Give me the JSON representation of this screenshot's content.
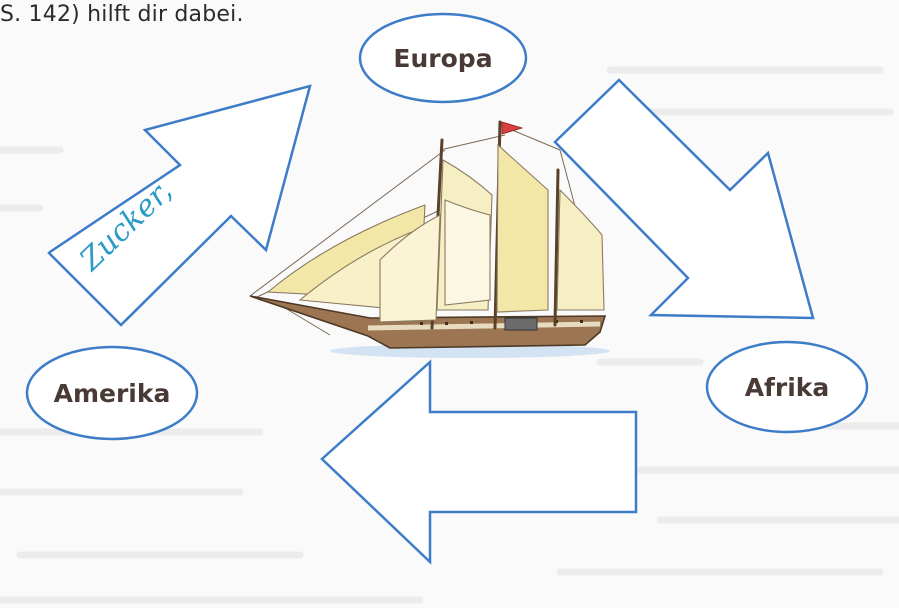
{
  "intro_text": "S. 142) hilft dir dabei.",
  "continents": {
    "europe": "Europa",
    "america": "Amerika",
    "africa": "Afrika"
  },
  "arrow_america_europe_text": "Zucker,",
  "colors": {
    "outline": "#3d7dc8",
    "handwriting": "#2a9ac6",
    "label_text": "#4a3a35"
  }
}
